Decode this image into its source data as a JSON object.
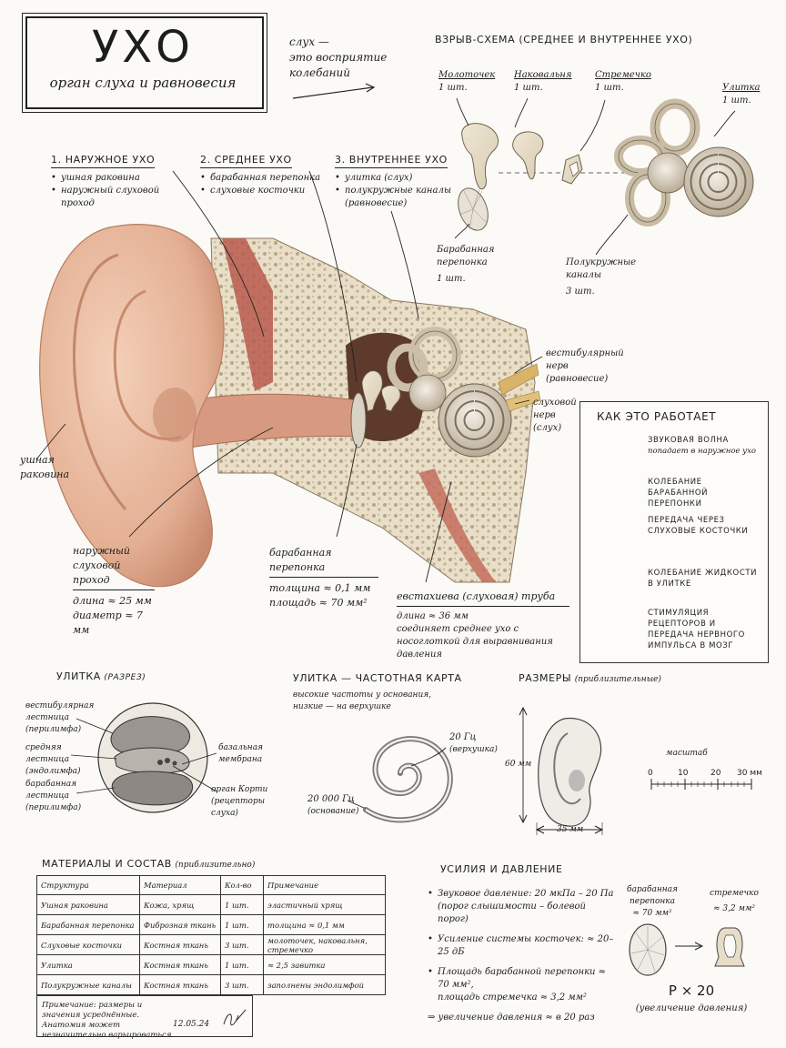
{
  "title": {
    "main": "УХО",
    "subtitle": "орган слуха и равновесия",
    "note_lines": [
      "слух —",
      "это восприятие",
      "колебаний"
    ]
  },
  "sections": {
    "outer": {
      "heading": "1. НАРУЖНОЕ УХО",
      "items": [
        "ушная раковина",
        "наружный слуховой проход"
      ]
    },
    "middle": {
      "heading": "2. СРЕДНЕЕ УХО",
      "items": [
        "барабанная перепонка",
        "слуховые косточки"
      ]
    },
    "inner": {
      "heading": "3. ВНУТРЕННЕЕ УХО",
      "items": [
        "улитка (слух)",
        "полукружные каналы (равновесие)"
      ]
    }
  },
  "exploded": {
    "heading": "ВЗРЫВ-СХЕМА (СРЕДНЕЕ И ВНУТРЕННЕЕ УХО)",
    "parts": [
      {
        "name": "Молоточек",
        "qty": "1 шт."
      },
      {
        "name": "Наковальня",
        "qty": "1 шт."
      },
      {
        "name": "Стремечко",
        "qty": "1 шт."
      },
      {
        "name": "Улитка",
        "qty": "1 шт."
      },
      {
        "name": "Барабанная перепонка",
        "qty": "1 шт."
      },
      {
        "name": "Полукружные каналы",
        "qty": "3 шт."
      }
    ]
  },
  "labels": {
    "pinna": "ушная раковина",
    "canal_name": "наружный слуховой проход",
    "canal_length": "длина ≈ 25 мм",
    "canal_diameter": "диаметр ≈ 7 мм",
    "eardrum_name": "барабанная перепонка",
    "eardrum_thickness": "толщина ≈ 0,1 мм",
    "eardrum_area": "площадь ≈ 70 мм²",
    "eustachian_name": "евстахиева (слуховая) труба",
    "eustachian_length": "длина ≈ 36 мм",
    "eustachian_note": "соединяет среднее ухо с носоглоткой для выравнивания давления",
    "vestibular_nerve": "вестибулярный нерв (равновесие)",
    "cochlear_nerve": "слуховой нерв (слух)"
  },
  "how_it_works": {
    "heading": "КАК ЭТО РАБОТАЕТ",
    "steps": [
      {
        "title": "ЗВУКОВАЯ ВОЛНА",
        "sub": "попадает в наружное ухо",
        "icon": "sound-wave-icon"
      },
      {
        "title": "КОЛЕБАНИЕ БАРАБАННОЙ ПЕРЕПОНКИ",
        "sub": "",
        "icon": "eardrum-vibration-icon"
      },
      {
        "title": "ПЕРЕДАЧА ЧЕРЕЗ СЛУХОВЫЕ КОСТОЧКИ",
        "sub": "",
        "icon": "ossicles-icon"
      },
      {
        "title": "КОЛЕБАНИЕ ЖИДКОСТИ В УЛИТКЕ",
        "sub": "",
        "icon": "cochlea-icon"
      },
      {
        "title": "СТИМУЛЯЦИЯ РЕЦЕПТОРОВ И ПЕРЕДАЧА НЕРВНОГО ИМПУЛЬСА В МОЗГ",
        "sub": "",
        "icon": "brain-icon"
      }
    ]
  },
  "cochlea_section": {
    "heading": "УЛИТКА",
    "heading_note": "(РАЗРЕЗ)",
    "vestibuli_name": "вестибулярная лестница",
    "vestibuli_note": "(перилимфа)",
    "media_name": "средняя лестница",
    "media_note": "(эндолимфа)",
    "tympani_name": "барабанная лестница",
    "tympani_note": "(перилимфа)",
    "basilar": "базальная мембрана",
    "corti_name": "орган Корти",
    "corti_note": "(рецепторы слуха)"
  },
  "freq_map": {
    "heading": "УЛИТКА — ЧАСТОТНАЯ КАРТА",
    "description": "высокие частоты у основания, низкие — на верхушке",
    "low_freq": "20 Гц",
    "low_note": "(верхушка)",
    "high_freq": "20 000 Гц",
    "high_note": "(основание)"
  },
  "sizes": {
    "heading": "РАЗМЕРЫ",
    "heading_note": "(приблизительные)",
    "height": "60 мм",
    "width": "35 мм",
    "scale_label": "масштаб",
    "scale_ticks": [
      "0",
      "10",
      "20",
      "30 мм"
    ]
  },
  "materials": {
    "heading": "МАТЕРИАЛЫ И СОСТАВ",
    "heading_note": "(приблизительно)",
    "columns": [
      "Структура",
      "Материал",
      "Кол-во",
      "Примечание"
    ],
    "rows": [
      [
        "Ушная раковина",
        "Кожа, хрящ",
        "1 шт.",
        "эластичный хрящ"
      ],
      [
        "Барабанная перепонка",
        "Фиброзная ткань",
        "1 шт.",
        "толщина ≈ 0,1 мм"
      ],
      [
        "Слуховые косточки",
        "Костная ткань",
        "3 шт.",
        "молоточек, наковальня, стремечко"
      ],
      [
        "Улитка",
        "Костная ткань",
        "1 шт.",
        "≈ 2,5 завитка"
      ],
      [
        "Полукружные каналы",
        "Костная ткань",
        "3 шт.",
        "заполнены эндолимфой"
      ]
    ]
  },
  "note": {
    "text": "Примечание: размеры и значения усреднённые. Анатомия может незначительно варьироваться.",
    "date": "12.05.24"
  },
  "pressure": {
    "heading": "УСИЛИЯ И ДАВЛЕНИЕ",
    "b1": "Звуковое давление: 20 мкПа – 20 Па",
    "b1_note": "(порог слышимости – болевой порог)",
    "b2": "Усиление системы косточек: ≈ 20–25 дБ",
    "b3a": "Площадь барабанной перепонки ≈ 70 мм²,",
    "b3b": "площадь стремечка ≈ 3,2 мм²",
    "result": "⇒ увеличение давления ≈ в 20 раз",
    "eardrum_label": "барабанная перепонка",
    "eardrum_area": "≈ 70 мм²",
    "stapes_label": "стремечко",
    "stapes_area": "≈ 3,2 мм²",
    "factor": "P × 20",
    "factor_note": "(увеличение давления)"
  },
  "colors": {
    "skin": "#e8b89a",
    "skin_dark": "#c98a6e",
    "bone": "#e6dcc7",
    "ink": "#1d1d1d",
    "muscle": "#b85a4e"
  }
}
